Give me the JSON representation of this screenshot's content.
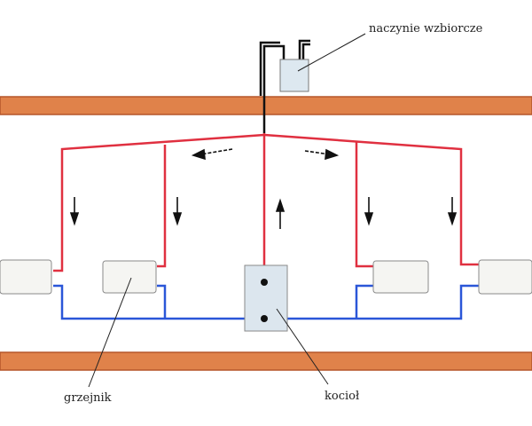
{
  "labels": {
    "expansion_tank": "naczynie wzbiorcze",
    "radiator": "grzejnik",
    "boiler": "kocioł"
  },
  "colors": {
    "supply_pipe": "#e03040",
    "return_pipe": "#2a56d8",
    "riser_pipe": "#111111",
    "ceiling_slab": "#e0824a",
    "slab_edge": "#b5562a",
    "tank_fill": "#dde8f0",
    "radiator_fill": "#f5f5f2",
    "boiler_fill": "#dce6ee"
  }
}
